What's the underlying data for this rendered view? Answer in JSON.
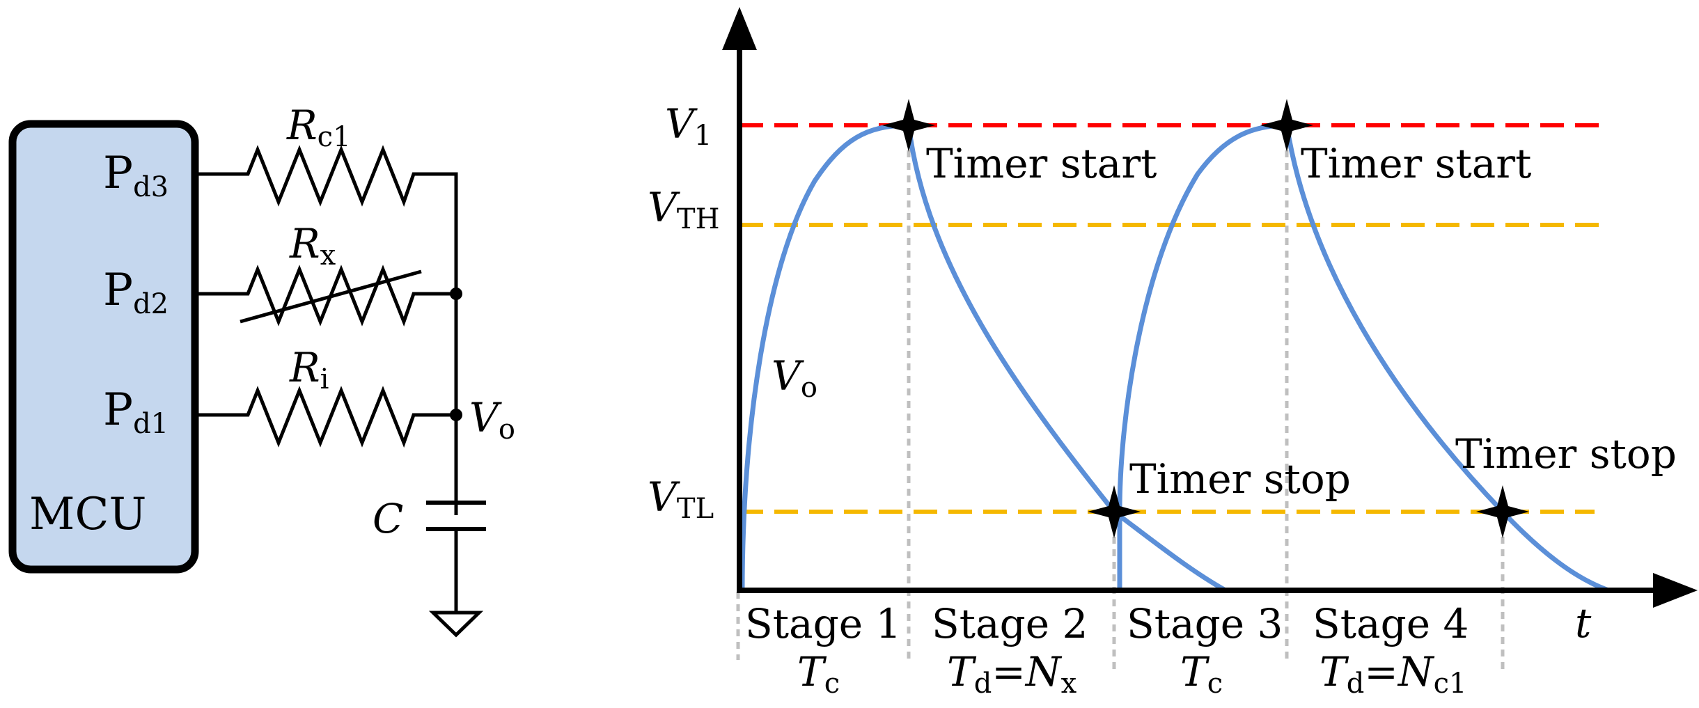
{
  "circuit": {
    "mcu_label": "MCU",
    "pins": [
      {
        "main": "P",
        "sub": "d3"
      },
      {
        "main": "P",
        "sub": "d2"
      },
      {
        "main": "P",
        "sub": "d1"
      }
    ],
    "resistors": [
      {
        "main": "R",
        "sub": "c1"
      },
      {
        "main": "R",
        "sub": "x"
      },
      {
        "main": "R",
        "sub": "i"
      }
    ],
    "node_label": {
      "main": "V",
      "sub": "o"
    },
    "capacitor_label": "C",
    "colors": {
      "mcu_fill": "#c5d7ee",
      "wire": "#000000"
    }
  },
  "timing": {
    "y_labels": [
      {
        "main": "V",
        "sub": "1"
      },
      {
        "main": "V",
        "sub": "TH"
      },
      {
        "main": "V",
        "sub": "TL"
      }
    ],
    "x_axis_label": "t",
    "curve_label": {
      "main": "V",
      "sub": "o"
    },
    "events": {
      "start1": "Timer start",
      "start2": "Timer start",
      "stop1": "Timer stop",
      "stop2": "Timer stop"
    },
    "stages": [
      {
        "name": "Stage 1",
        "t_main": "T",
        "t_sub": "c",
        "t_rest": ""
      },
      {
        "name": "Stage 2",
        "t_main": "T",
        "t_sub": "d",
        "t_rest": "=N",
        "t_rest_sub": "x"
      },
      {
        "name": "Stage 3",
        "t_main": "T",
        "t_sub": "c",
        "t_rest": ""
      },
      {
        "name": "Stage 4",
        "t_main": "T",
        "t_sub": "d",
        "t_rest": "=N",
        "t_rest_sub": "c1"
      }
    ],
    "colors": {
      "v1_line": "#ff0000",
      "threshold_lines": "#f5b800",
      "curve": "#5b8fd8",
      "guides": "#bfbfbf"
    }
  }
}
